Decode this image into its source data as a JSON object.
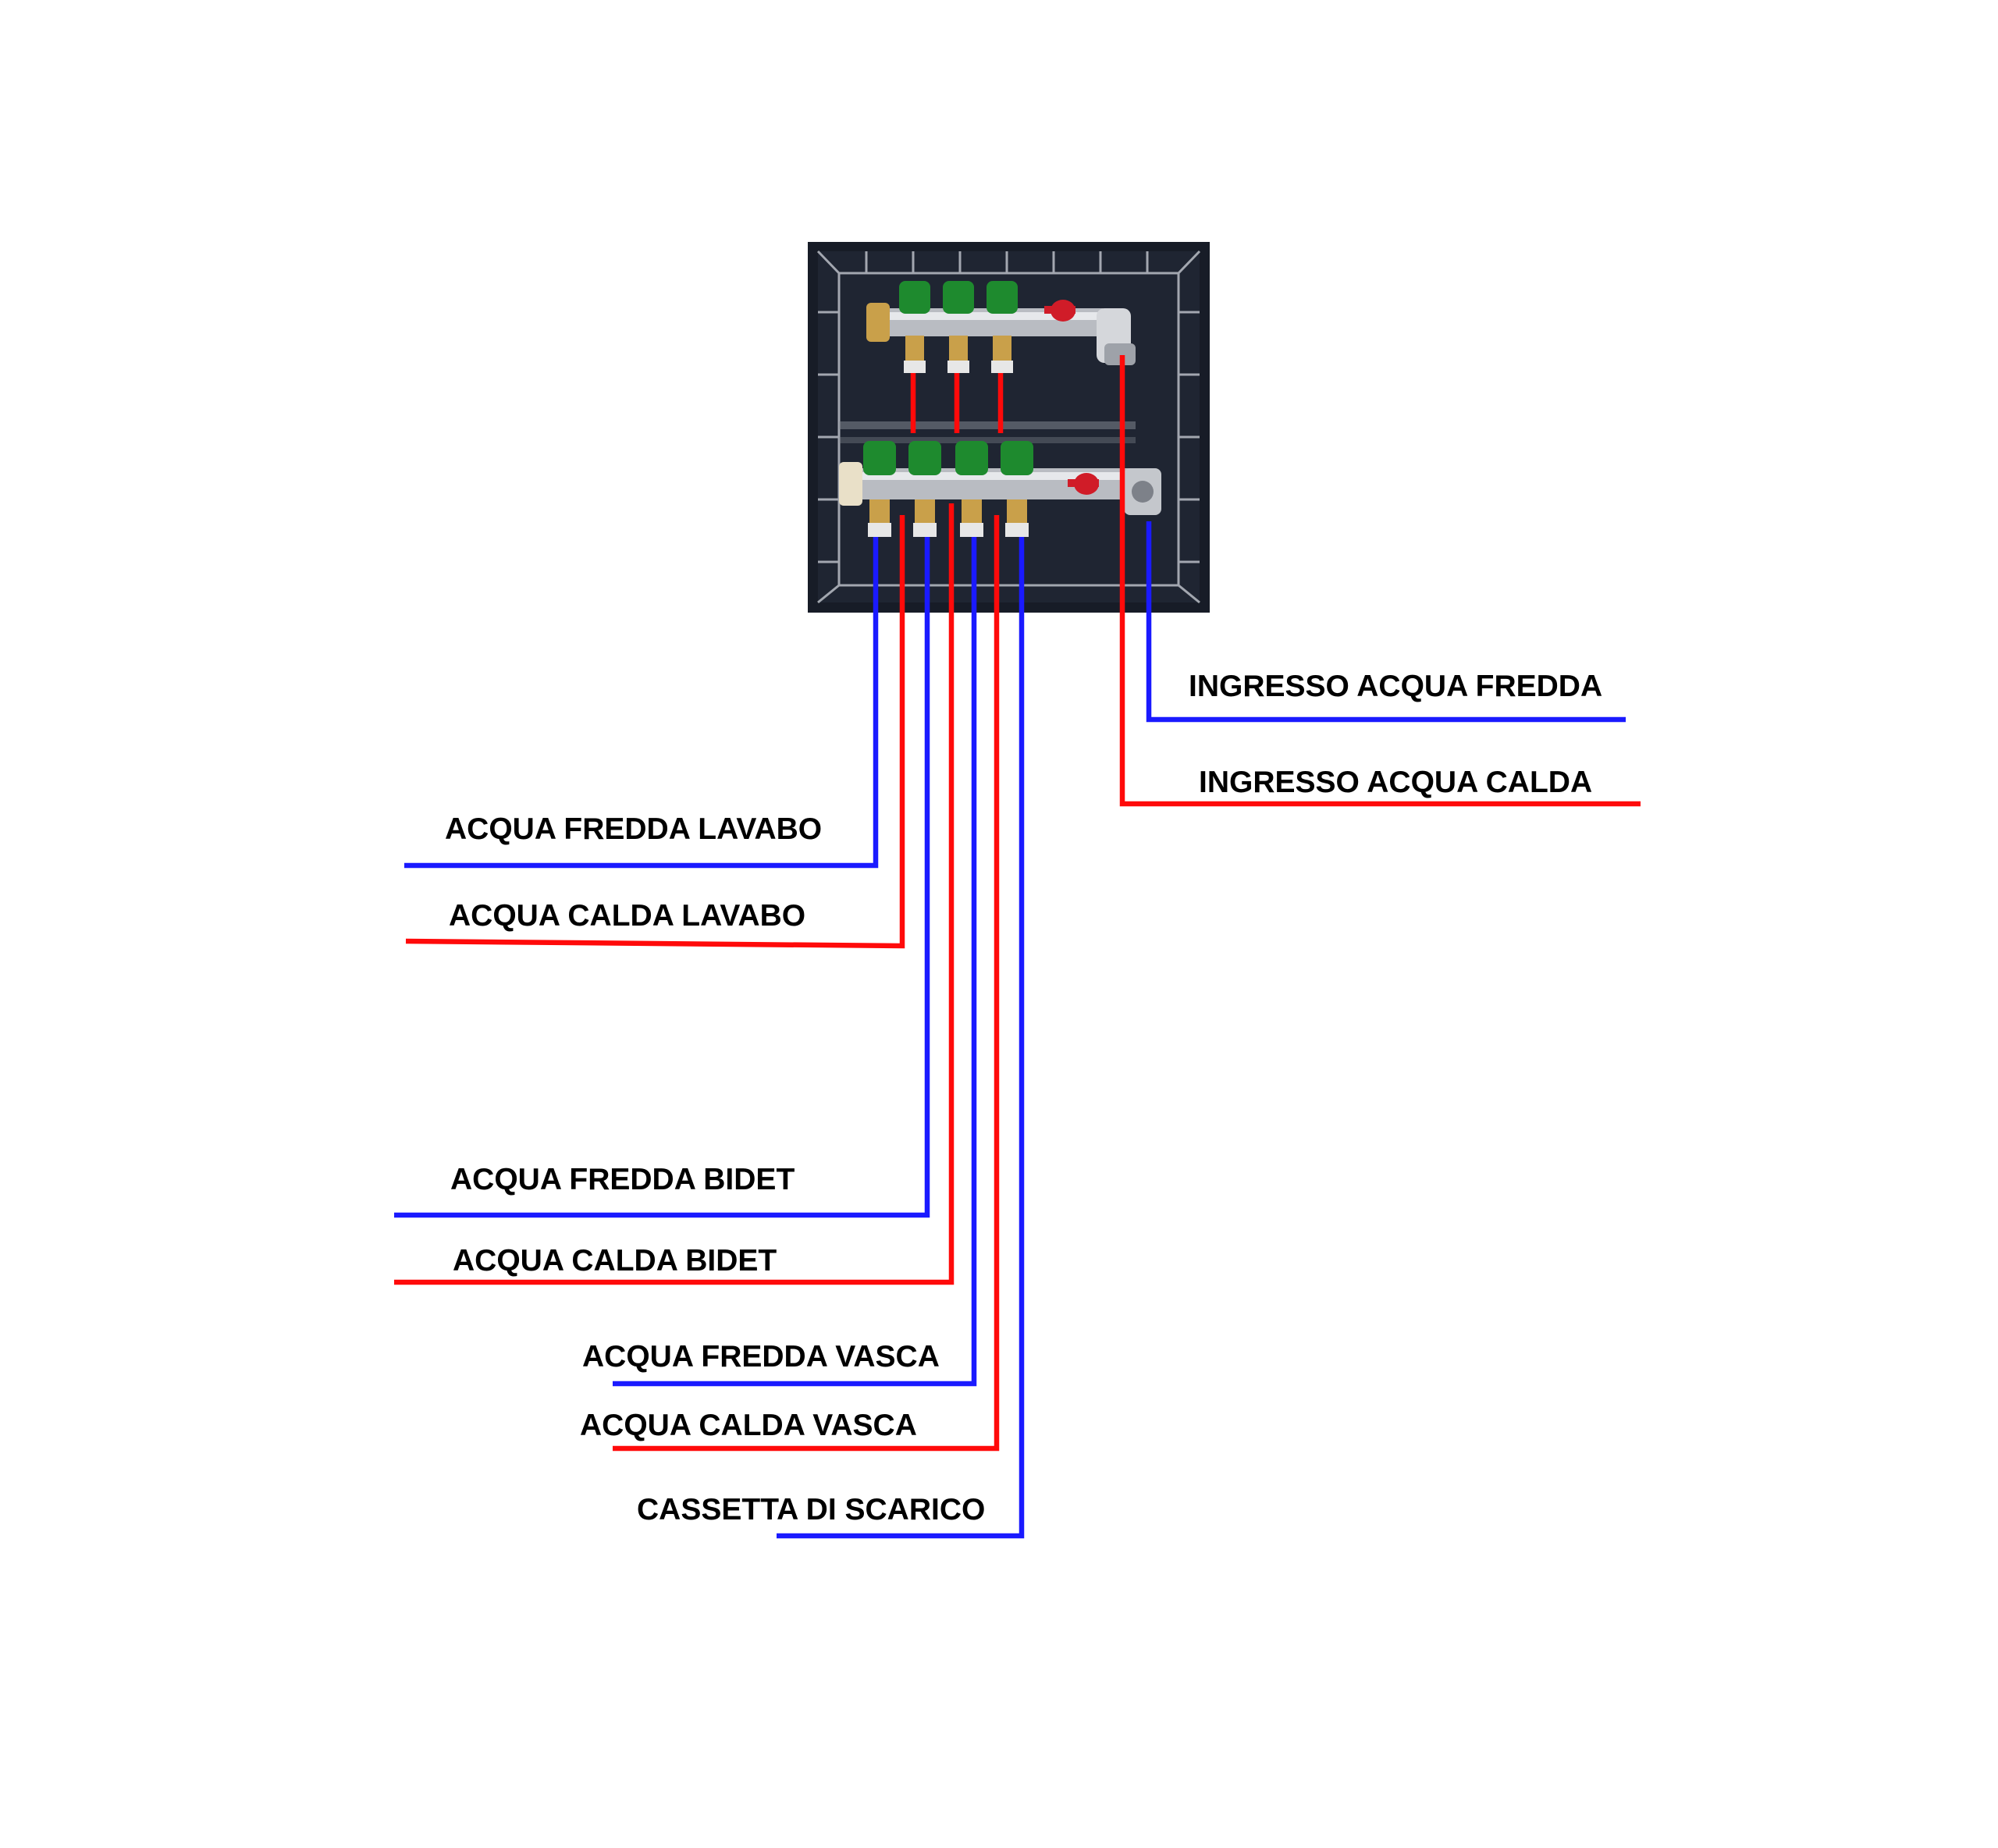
{
  "colors": {
    "cold": "#1a1aff",
    "hot": "#ff0a0a",
    "text": "#000000",
    "box": "#171c27",
    "valve_cap": "#1e8a2e",
    "ball_valve": "#d01c28",
    "brass": "#c9a04a"
  },
  "labels": {
    "ingresso_fredda": "INGRESSO ACQUA FREDDA",
    "ingresso_calda": "INGRESSO ACQUA CALDA",
    "fredda_lavabo": "ACQUA FREDDA LAVABO",
    "calda_lavabo": "ACQUA CALDA LAVABO",
    "fredda_bidet": "ACQUA FREDDA BIDET",
    "calda_bidet": "ACQUA CALDA BIDET",
    "fredda_vasca": "ACQUA FREDDA VASCA",
    "calda_vasca": "ACQUA CALDA VASCA",
    "cassetta": "CASSETTA DI SCARICO"
  }
}
